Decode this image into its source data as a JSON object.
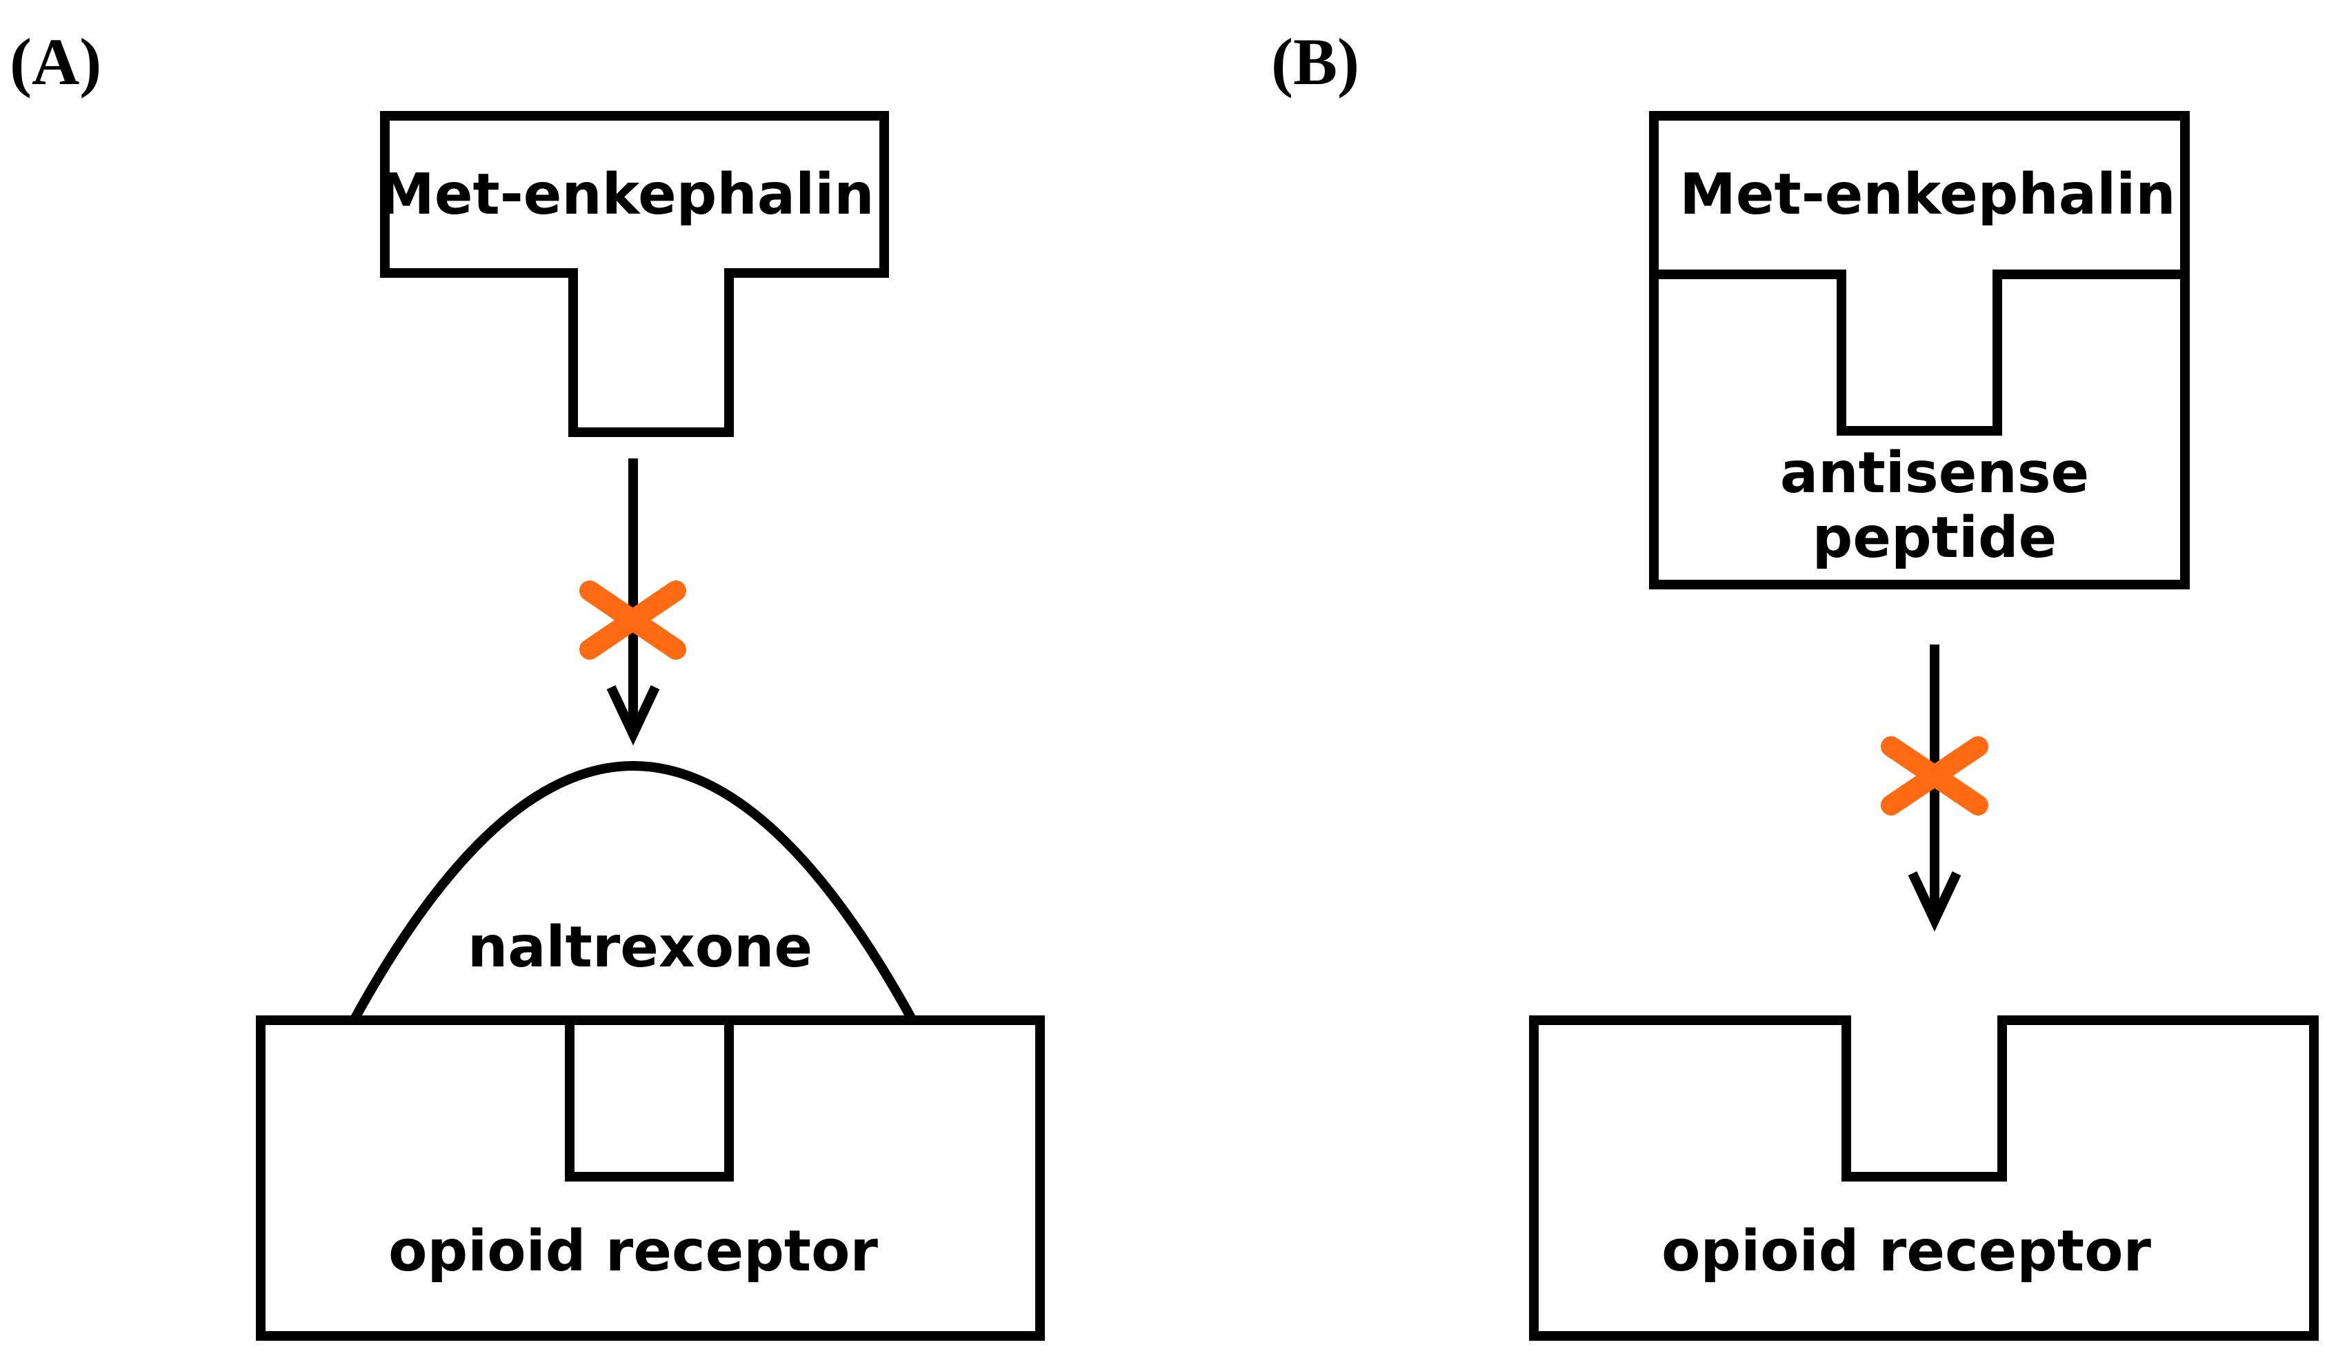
{
  "panels": {
    "a": {
      "label": "(A)",
      "ligand_label": "Met-enkephalin",
      "blocker_label": "naltrexone",
      "receptor_label": "opioid receptor"
    },
    "b": {
      "label": "(B)",
      "ligand_label": "Met-enkephalin",
      "blocker_label_line1": "antisense",
      "blocker_label_line2": "peptide",
      "receptor_label": "opioid receptor"
    }
  },
  "colors": {
    "stroke": "#000000",
    "cross": "#ff6a13",
    "background": "#ffffff"
  },
  "icons": {
    "blocked": "cross-icon",
    "binding": "arrow-down-icon"
  }
}
